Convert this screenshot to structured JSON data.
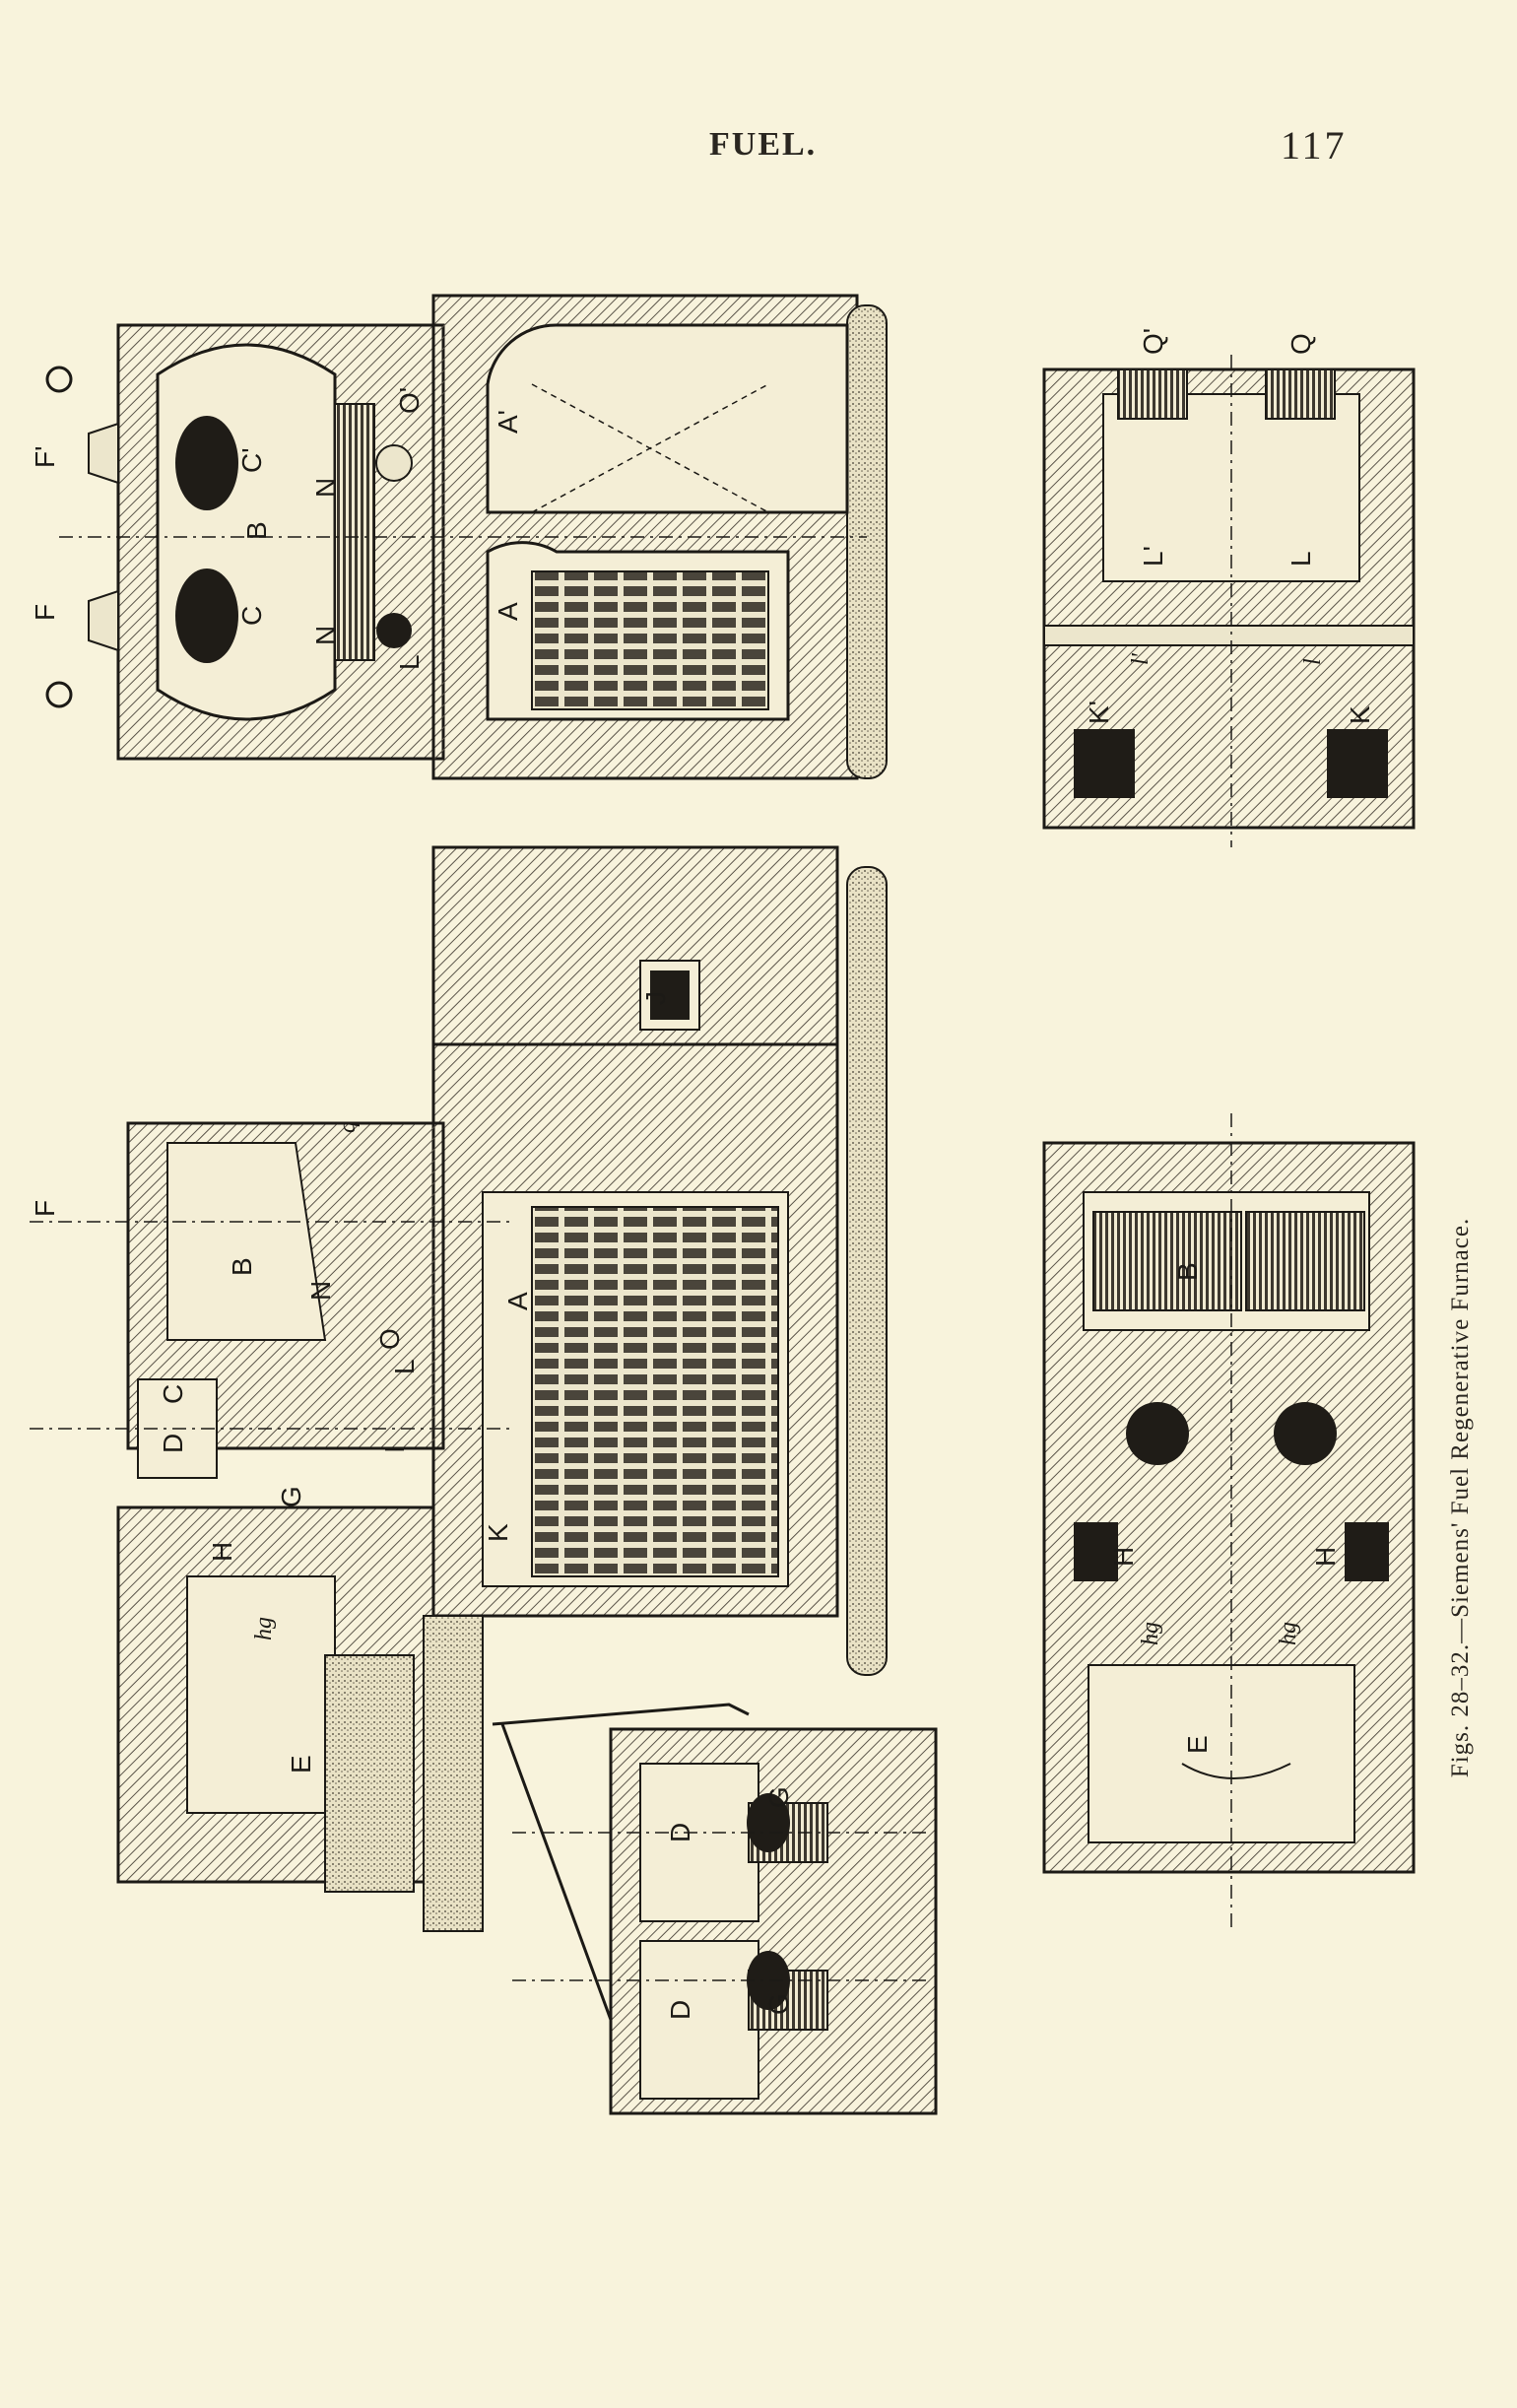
{
  "header": {
    "title": "FUEL.",
    "page_number": "117"
  },
  "caption": "Figs. 28–32.—Siemens' Fuel Regenerative Furnace.",
  "figure_labels": {
    "top_section": [
      "F",
      "F'",
      "B",
      "C",
      "C'",
      "N",
      "N",
      "L",
      "O'",
      "A",
      "A'"
    ],
    "top_right_plan": [
      "Q'",
      "Q",
      "L'",
      "L",
      "l'",
      "l",
      "K'",
      "K"
    ],
    "long_section": [
      "F",
      "q",
      "J",
      "B",
      "N",
      "A",
      "O",
      "L",
      "C",
      "D",
      "I",
      "G",
      "K",
      "H",
      "hg",
      "E"
    ],
    "ground_plan": [
      "B",
      "H",
      "H",
      "hg",
      "hg",
      "E"
    ],
    "bottom_section": [
      "D",
      "D",
      "G",
      "G"
    ]
  },
  "colors": {
    "paper": "#f8f3dc",
    "ink": "#1c1a16",
    "hatch": "#5b554a"
  }
}
